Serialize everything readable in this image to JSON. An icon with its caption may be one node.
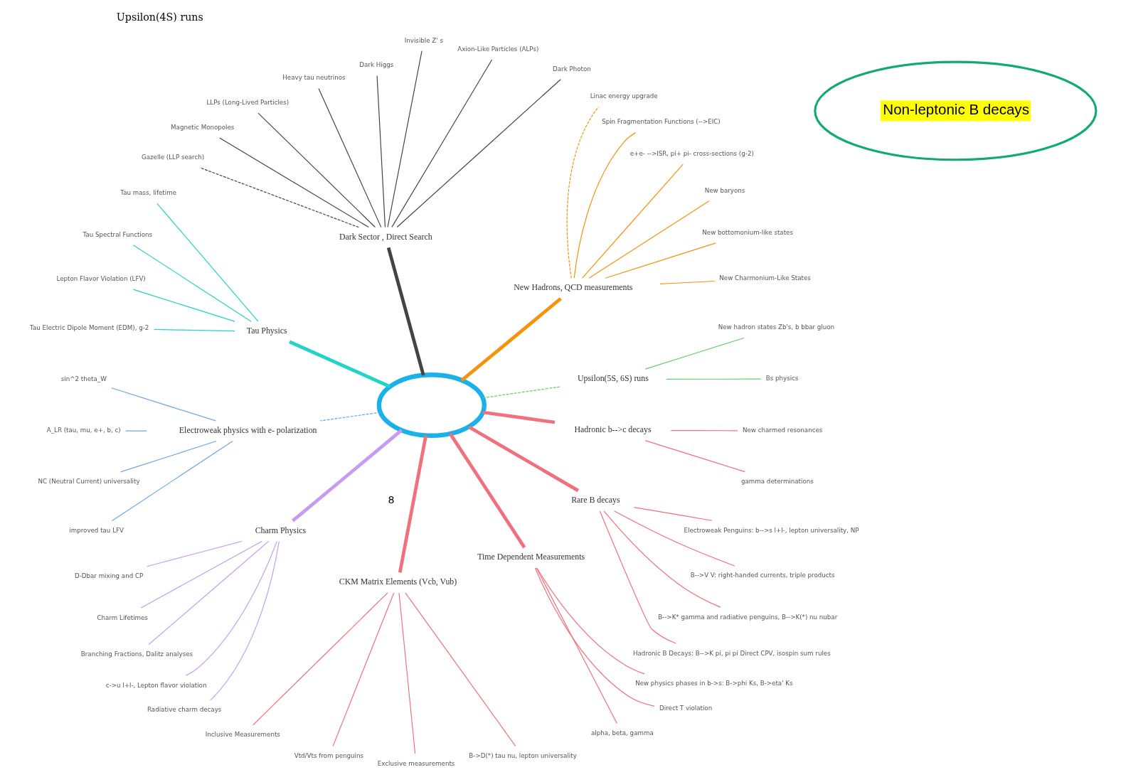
{
  "diagram": {
    "nodes": [
      {
        "text": [],
        "shape": "ellipse"
      },
      {
        "text": [
          "Upsilon(5S, 6S) runs"
        ]
      },
      {
        "text": [
          "Bs physics"
        ]
      },
      {
        "text": [
          "New hadron states Zb's, b bbar gluon"
        ]
      },
      {
        "text": [
          "New Hadrons, QCD measurements"
        ]
      },
      {
        "text": [
          "New Charmonium-Like States"
        ]
      },
      {
        "text": [
          "New bottomonium-like states"
        ]
      },
      {
        "text": [
          "New baryons"
        ]
      },
      {
        "text": [
          "e+e- -->ISR, pi+ pi- cross-sections (g-2)"
        ]
      },
      {
        "text": [
          "Spin Fragmentation Functions (-->EIC)"
        ]
      },
      {
        "text": [
          "Linac energy upgrade"
        ]
      },
      {
        "text": [
          "Dark Sector , Direct Search"
        ]
      },
      {
        "text": [
          "Dark Photon"
        ]
      },
      {
        "text": [
          "Axion-Like Particles (ALPs)"
        ]
      },
      {
        "text": [
          "Invisible Z' s"
        ]
      },
      {
        "text": [
          "Dark Higgs"
        ]
      },
      {
        "text": [
          "Heavy tau neutrinos"
        ]
      },
      {
        "text": [
          "LLPs (Long-Lived Particles)"
        ]
      },
      {
        "text": [
          "Magnetic Monopoles"
        ]
      },
      {
        "text": [
          "Gazelle (LLP search)"
        ]
      },
      {
        "text": [
          "Tau Physics"
        ]
      },
      {
        "text": [
          "Tau mass, lifetime"
        ]
      },
      {
        "text": [
          "Tau Spectral Functions"
        ]
      },
      {
        "text": [
          "Lepton Flavor Violation (LFV)"
        ]
      },
      {
        "text": [
          "Tau Electric Dipole Moment (EDM), g-2"
        ]
      },
      {
        "text": [
          "Electroweak physics with e- polarization"
        ]
      },
      {
        "text": [
          "sin^2 theta_W"
        ]
      },
      {
        "text": [
          "A_LR (tau, mu, e+, b, c)"
        ]
      },
      {
        "text": [
          "NC (Neutral Current) universality"
        ]
      },
      {
        "text": [
          "improved tau LFV"
        ]
      },
      {
        "text": [
          "Charm Physics"
        ]
      },
      {
        "text": [
          "D-Dbar mixing and CP"
        ]
      },
      {
        "text": [
          "Charm Lifetimes"
        ]
      },
      {
        "text": [
          "Branching Fractions, Dalitz analyses"
        ]
      },
      {
        "text": [
          "c->u l+l-, Lepton flavor violation"
        ]
      },
      {
        "text": [
          "Radiative charm decays"
        ]
      },
      {
        "text": [
          "CKM Matrix Elements (Vcb, Vub)"
        ]
      },
      {
        "text": [
          "Inclusive Measurements"
        ]
      },
      {
        "text": [
          "Vtd/Vts from penguins"
        ]
      },
      {
        "text": [
          "Exclusive measurements"
        ]
      },
      {
        "text": [
          "B->D(*) tau nu, lepton universality"
        ]
      },
      {
        "text": [
          "Time Dependent Measurements"
        ]
      },
      {
        "text": [
          "alpha, beta, gamma"
        ]
      },
      {
        "text": [
          "Direct T violation"
        ]
      },
      {
        "text": [
          "New physics phases in b->s: B->phi Ks, B->eta' Ks"
        ]
      },
      {
        "text": [
          "Rare B decays"
        ]
      },
      {
        "text": [
          "Hadronic B Decays: B-->K pi, pi pi Direct CPV, isospin sum rules"
        ]
      },
      {
        "text": [
          "B-->K* gamma and radiative penguins, B-->K(*) nu nubar"
        ]
      },
      {
        "text": [
          "B-->V V: right-handed currents, triple products"
        ]
      },
      {
        "text": [
          "Electroweak Penguins: b-->s l+l-, lepton universality, NP"
        ]
      },
      {
        "text": [
          "Hadronic b-->c decays"
        ]
      },
      {
        "text": [
          "gamma determinations"
        ]
      },
      {
        "text": [
          "New charmed resonances"
        ]
      },
      {
        "text": [
          "Non-leptonic B decays"
        ]
      }
    ],
    "edges": [
      {
        "from": 0,
        "to": 1,
        "arrow": "none",
        "style": "dashed",
        "color": "#66cc66"
      },
      {
        "from": 1,
        "to": 2,
        "arrow": "none",
        "color": "#66cc66"
      },
      {
        "from": 1,
        "to": 3,
        "arrow": "none",
        "color": "#66cc66"
      },
      {
        "from": 0,
        "to": 4,
        "arrow": "none",
        "style": "thick",
        "color": "#f5930a"
      },
      {
        "from": 4,
        "to": 5,
        "arrow": "none",
        "color": "#f5930a"
      },
      {
        "from": 4,
        "to": 6,
        "arrow": "none",
        "color": "#f5930a"
      },
      {
        "from": 4,
        "to": 7,
        "arrow": "none",
        "color": "#f5930a"
      },
      {
        "from": 4,
        "to": 8,
        "arrow": "none",
        "color": "#f5930a"
      },
      {
        "from": 4,
        "to": 9,
        "arrow": "none",
        "color": "#f5930a"
      },
      {
        "from": 4,
        "to": 10,
        "arrow": "none",
        "style": "dashed",
        "color": "#f5930a"
      },
      {
        "from": 0,
        "to": 11,
        "arrow": "none",
        "style": "thick",
        "color": "#444444"
      },
      {
        "from": 11,
        "to": 12,
        "arrow": "none",
        "color": "#444444"
      },
      {
        "from": 11,
        "to": 13,
        "arrow": "none",
        "color": "#444444"
      },
      {
        "from": 11,
        "to": 14,
        "arrow": "none",
        "color": "#444444"
      },
      {
        "from": 11,
        "to": 15,
        "arrow": "none",
        "color": "#444444"
      },
      {
        "from": 11,
        "to": 16,
        "arrow": "none",
        "color": "#444444"
      },
      {
        "from": 11,
        "to": 17,
        "arrow": "none",
        "color": "#444444"
      },
      {
        "from": 11,
        "to": 18,
        "arrow": "none",
        "color": "#444444"
      },
      {
        "from": 11,
        "to": 19,
        "arrow": "none",
        "style": "dashed",
        "color": "#444444"
      },
      {
        "from": 0,
        "to": 20,
        "arrow": "none",
        "style": "thick",
        "color": "#22d3c8"
      },
      {
        "from": 20,
        "to": 21,
        "arrow": "none",
        "color": "#22d3c8"
      },
      {
        "from": 20,
        "to": 22,
        "arrow": "none",
        "color": "#22d3c8"
      },
      {
        "from": 20,
        "to": 23,
        "arrow": "none",
        "color": "#22d3c8"
      },
      {
        "from": 20,
        "to": 24,
        "arrow": "none",
        "color": "#22d3c8"
      },
      {
        "from": 0,
        "to": 25,
        "arrow": "none",
        "style": "dashed",
        "color": "#6aa5e8"
      },
      {
        "from": 25,
        "to": 26,
        "arrow": "none",
        "color": "#6aa5e8"
      },
      {
        "from": 25,
        "to": 27,
        "arrow": "none",
        "color": "#6aa5e8"
      },
      {
        "from": 25,
        "to": 28,
        "arrow": "none",
        "color": "#6aa5e8"
      },
      {
        "from": 25,
        "to": 29,
        "arrow": "none",
        "color": "#6aa5e8"
      },
      {
        "from": 0,
        "to": 30,
        "arrow": "none",
        "style": "thick",
        "color": "#c59cf0"
      },
      {
        "from": 30,
        "to": 31,
        "arrow": "none",
        "color": "#c59cf0"
      },
      {
        "from": 30,
        "to": 32,
        "arrow": "none",
        "color": "#c59cf0"
      },
      {
        "from": 30,
        "to": 33,
        "arrow": "none",
        "color": "#c59cf0"
      },
      {
        "from": 30,
        "to": 34,
        "arrow": "none",
        "color": "#c59cf0"
      },
      {
        "from": 30,
        "to": 35,
        "arrow": "none",
        "color": "#c59cf0"
      },
      {
        "from": 0,
        "to": 36,
        "arrow": "none",
        "style": "thick"
      },
      {
        "from": 36,
        "to": 37,
        "arrow": "none"
      },
      {
        "from": 36,
        "to": 38,
        "arrow": "none"
      },
      {
        "from": 36,
        "to": 39,
        "arrow": "none"
      },
      {
        "from": 36,
        "to": 40,
        "arrow": "none"
      },
      {
        "from": 0,
        "to": 41,
        "arrow": "none",
        "style": "thick"
      },
      {
        "from": 41,
        "to": 42,
        "arrow": "none"
      },
      {
        "from": 41,
        "to": 43,
        "arrow": "none"
      },
      {
        "from": 41,
        "to": 44,
        "arrow": "none"
      },
      {
        "from": 0,
        "to": 45,
        "arrow": "none",
        "style": "thick"
      },
      {
        "from": 45,
        "to": 46,
        "arrow": "none"
      },
      {
        "from": 45,
        "to": 47,
        "arrow": "none"
      },
      {
        "from": 45,
        "to": 48,
        "arrow": "none"
      },
      {
        "from": 45,
        "to": 49,
        "arrow": "none"
      },
      {
        "from": 0,
        "to": 50,
        "arrow": "none",
        "style": "thick"
      },
      {
        "from": 50,
        "to": 51,
        "arrow": "none"
      },
      {
        "from": 50,
        "to": 52,
        "arrow": "none"
      }
    ],
    "labels": [
      "Upsilon(4S) runs",
      "8"
    ]
  }
}
